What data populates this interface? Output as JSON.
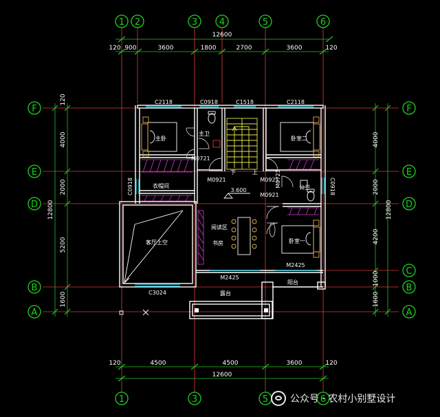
{
  "colors": {
    "background": "#000000",
    "axis_line": "#e23b3b",
    "axis_bubble": "#1fd31f",
    "dimension": "#23c423",
    "wall": "#ffffff",
    "window": "#33d0e6",
    "door": "#c8c8c8",
    "text": "#ffffff",
    "furniture_accent": "#e6b34a",
    "stair": "#e8e84a",
    "hatch": "#d23ad2"
  },
  "grid": {
    "top": [
      "1",
      "2",
      "3",
      "4",
      "5",
      "6"
    ],
    "bottom": [
      "1",
      "3",
      "5",
      "6"
    ],
    "left": [
      "F",
      "E",
      "D",
      "B",
      "A"
    ],
    "right": [
      "F",
      "E",
      "D",
      "C",
      "B",
      "A"
    ]
  },
  "dimensions": {
    "top_total": "12600",
    "top_segments": [
      "120",
      "900",
      "3600",
      "1800",
      "2700",
      "3600",
      "120"
    ],
    "bottom_total": "12600",
    "bottom_segments": [
      "120",
      "4500",
      "4500",
      "3600",
      "120"
    ],
    "left_total": "12800",
    "left_segments": [
      "120",
      "4000",
      "2000",
      "5200",
      "1600"
    ],
    "right_total": "12800",
    "right_segments": [
      "4000",
      "2000",
      "4200",
      "1000",
      "1600"
    ]
  },
  "windows": [
    "C2118",
    "C0918",
    "C1518",
    "C2118",
    "C0918",
    "C0918",
    "C3024"
  ],
  "doors": [
    "M0721",
    "M0921",
    "M0921",
    "M0721",
    "M0921",
    "M2425",
    "M2425"
  ],
  "rooms": {
    "master_bedroom": "主卧",
    "master_bath": "主卫",
    "bedroom_two": "卧室二",
    "closet": "衣帽间",
    "public_bath": "公卫",
    "living_void": "客厅上空",
    "reading_area": "阅读区",
    "study": "书房",
    "bedroom_one": "卧室一",
    "balcony": "阳台",
    "terrace": "露台"
  },
  "stair": {
    "down_label": "下",
    "up_label": "上"
  },
  "elevation": "3.600",
  "watermark": {
    "label": "公众号 · 农村小别墅设计"
  }
}
